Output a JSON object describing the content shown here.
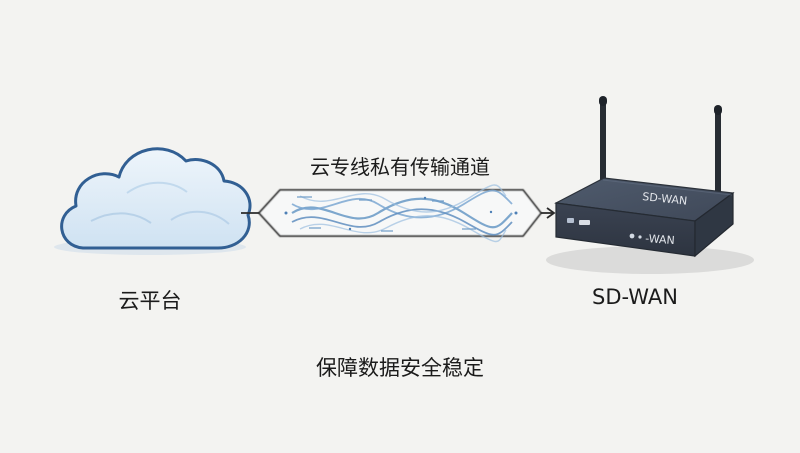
{
  "cloud": {
    "label": "云平台"
  },
  "channel": {
    "label": "云专线私有传输通道"
  },
  "device": {
    "label": "SD-WAN",
    "top_marking": "SD-WAN",
    "front_marking": "-WAN"
  },
  "caption": {
    "text": "保障数据安全稳定"
  },
  "colors": {
    "background": "#f3f3f1",
    "cloud_outline": "#315f93",
    "cloud_fill": "#d8e8f4",
    "channel_blue": "#6f9dc8",
    "device_body": "#4b5667"
  }
}
